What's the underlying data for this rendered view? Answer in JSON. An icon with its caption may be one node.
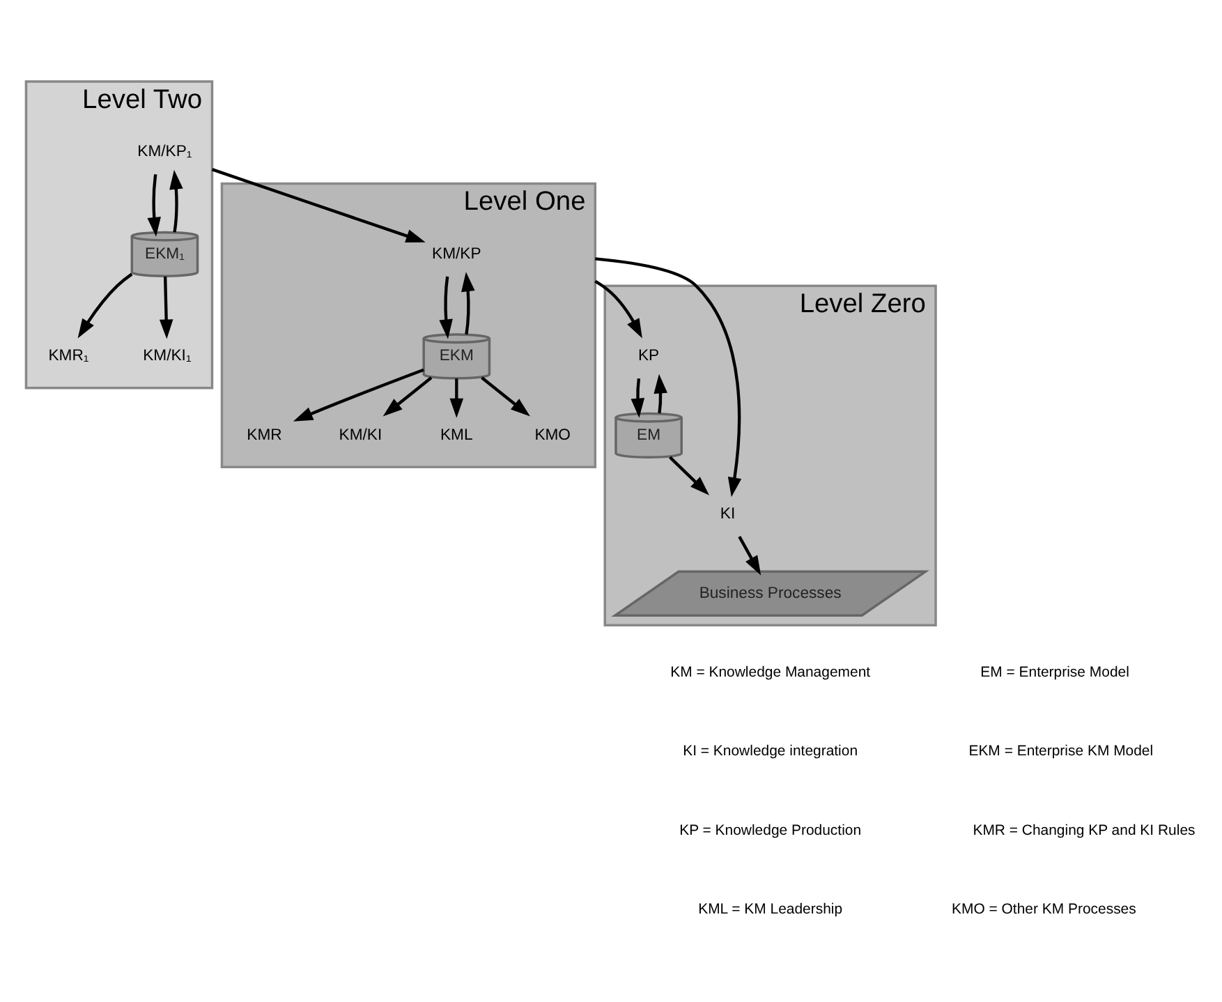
{
  "diagram": {
    "nodes": [
      {
        "text": [
          "Level Two"
        ]
      },
      {
        "text": [
          "KM/KP₁"
        ],
        "in": 0
      },
      {
        "text": [
          "EKM₁"
        ],
        "in": 0
      },
      {
        "text": [
          "KMR₁"
        ],
        "in": 0
      },
      {
        "text": [
          "KM/KI₁"
        ],
        "in": 0
      },
      {
        "text": [
          "Level One"
        ]
      },
      {
        "text": [
          "KM/KP"
        ],
        "in": 5
      },
      {
        "text": [
          "EKM"
        ],
        "in": 5
      },
      {
        "text": [
          "KMR"
        ],
        "in": 5
      },
      {
        "text": [
          "KM/KI"
        ],
        "in": 5
      },
      {
        "text": [
          "KML"
        ],
        "in": 5
      },
      {
        "text": [
          "KMO"
        ],
        "in": 5
      },
      {
        "text": [
          "Level Zero"
        ]
      },
      {
        "text": [
          "KP"
        ],
        "in": 12
      },
      {
        "text": [
          "EM"
        ],
        "in": 12
      },
      {
        "text": [
          "KI"
        ],
        "in": 12
      },
      {
        "text": [
          "Business Processes"
        ],
        "in": 12
      }
    ],
    "edges": [
      {
        "from": 1,
        "to": 2,
        "arrow": "to"
      },
      {
        "from": 2,
        "to": 1,
        "arrow": "to"
      },
      {
        "from": 2,
        "to": 3,
        "arrow": "to"
      },
      {
        "from": 2,
        "to": 4,
        "arrow": "to"
      },
      {
        "from": 0,
        "to": 6,
        "arrow": "to"
      },
      {
        "from": 6,
        "to": 7,
        "arrow": "to"
      },
      {
        "from": 7,
        "to": 6,
        "arrow": "to"
      },
      {
        "from": 7,
        "to": 8,
        "arrow": "to"
      },
      {
        "from": 7,
        "to": 9,
        "arrow": "to"
      },
      {
        "from": 7,
        "to": 10,
        "arrow": "to"
      },
      {
        "from": 7,
        "to": 11,
        "arrow": "to"
      },
      {
        "from": 5,
        "to": 13,
        "arrow": "to"
      },
      {
        "from": 5,
        "to": 15,
        "arrow": "to"
      },
      {
        "from": 13,
        "to": 14,
        "arrow": "to"
      },
      {
        "from": 14,
        "to": 13,
        "arrow": "to"
      },
      {
        "from": 14,
        "to": 15,
        "arrow": "to"
      },
      {
        "from": 15,
        "to": 16,
        "arrow": "to"
      }
    ],
    "labels": [
      "KM = Knowledge Management",
      "EM = Enterprise Model",
      "KI = Knowledge integration",
      "EKM = Enterprise KM Model",
      "KP = Knowledge Production",
      "KMR = Changing KP and KI Rules",
      "KML = KM Leadership",
      "KMO = Other KM Processes"
    ]
  }
}
